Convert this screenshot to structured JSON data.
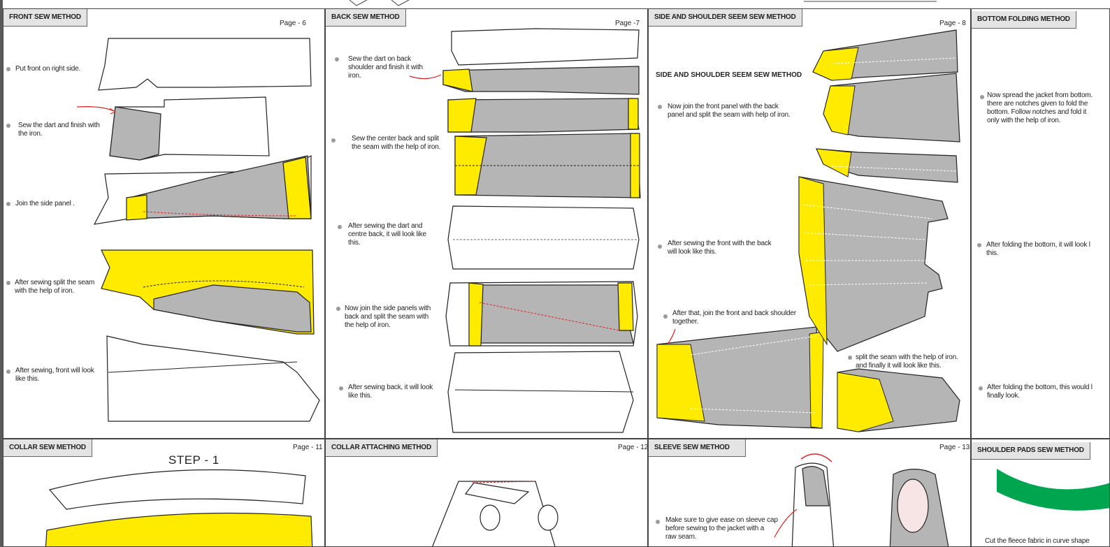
{
  "colors": {
    "yellow": "#ffeb00",
    "gray": "#b5b5b5",
    "green": "#00a64f",
    "red": "#e02020",
    "header_bg": "#e4e4e4"
  },
  "panels": {
    "front": {
      "title": "FRONT SEW METHOD",
      "page": "Page - 6",
      "steps": [
        "Put front on right side.",
        "Sew the dart and finish with\nthe iron.",
        "Join the side panel .",
        "After sewing split the seam\nwith the help of iron.",
        "After sewing, front  will look\nlike this."
      ]
    },
    "back": {
      "title": "BACK SEW METHOD",
      "page": "Page -7",
      "steps": [
        "Sew the dart on back\nshoulder and finish it with\niron.",
        "Sew the center back and split\nthe seam with the help of iron.",
        "After sewing the dart and\ncentre back, it will look like\nthis.",
        "Now join the side panels with\nback and split the seam with\nthe help of iron.",
        "After sewing back, it will look\nlike this."
      ]
    },
    "side": {
      "title": "SIDE AND SHOULDER SEEM SEW METHOD",
      "page": "Page - 8",
      "subtitle": "SIDE AND SHOULDER SEEM SEW METHOD",
      "steps": [
        "Now join the front panel with the back\npanel and split the seam with help of iron.",
        "After sewing the front with the back\nwill look like this.",
        "After that, join the front and back shoulder\ntogether.",
        "split the seam with the help of iron.\nand  finally it will look like this."
      ]
    },
    "bottom": {
      "title": "BOTTOM FOLDING METHOD",
      "steps": [
        "Now spread the jacket from bottom.\nthere are notches given to fold the\nbottom. Follow notches and fold it\nonly with the help of iron.",
        "After folding the bottom, it will look l\nthis.",
        "After folding the bottom, this would l\nfinally look."
      ]
    },
    "collar": {
      "title": "COLLAR SEW METHOD",
      "page": "Page - 11",
      "step_label": "STEP - 1"
    },
    "collar_attach": {
      "title": "COLLAR ATTACHING METHOD",
      "page": "Page - 12"
    },
    "sleeve": {
      "title": "SLEEVE SEW METHOD",
      "page": "Page - 13",
      "steps": [
        "Make sure to give ease on sleeve cap\nbefore sewing to the jacket with a\nraw seam."
      ]
    },
    "shoulder_pads": {
      "title": "SHOULDER PADS SEW METHOD",
      "steps": [
        "Cut the fleece fabric in curve shape"
      ]
    }
  }
}
